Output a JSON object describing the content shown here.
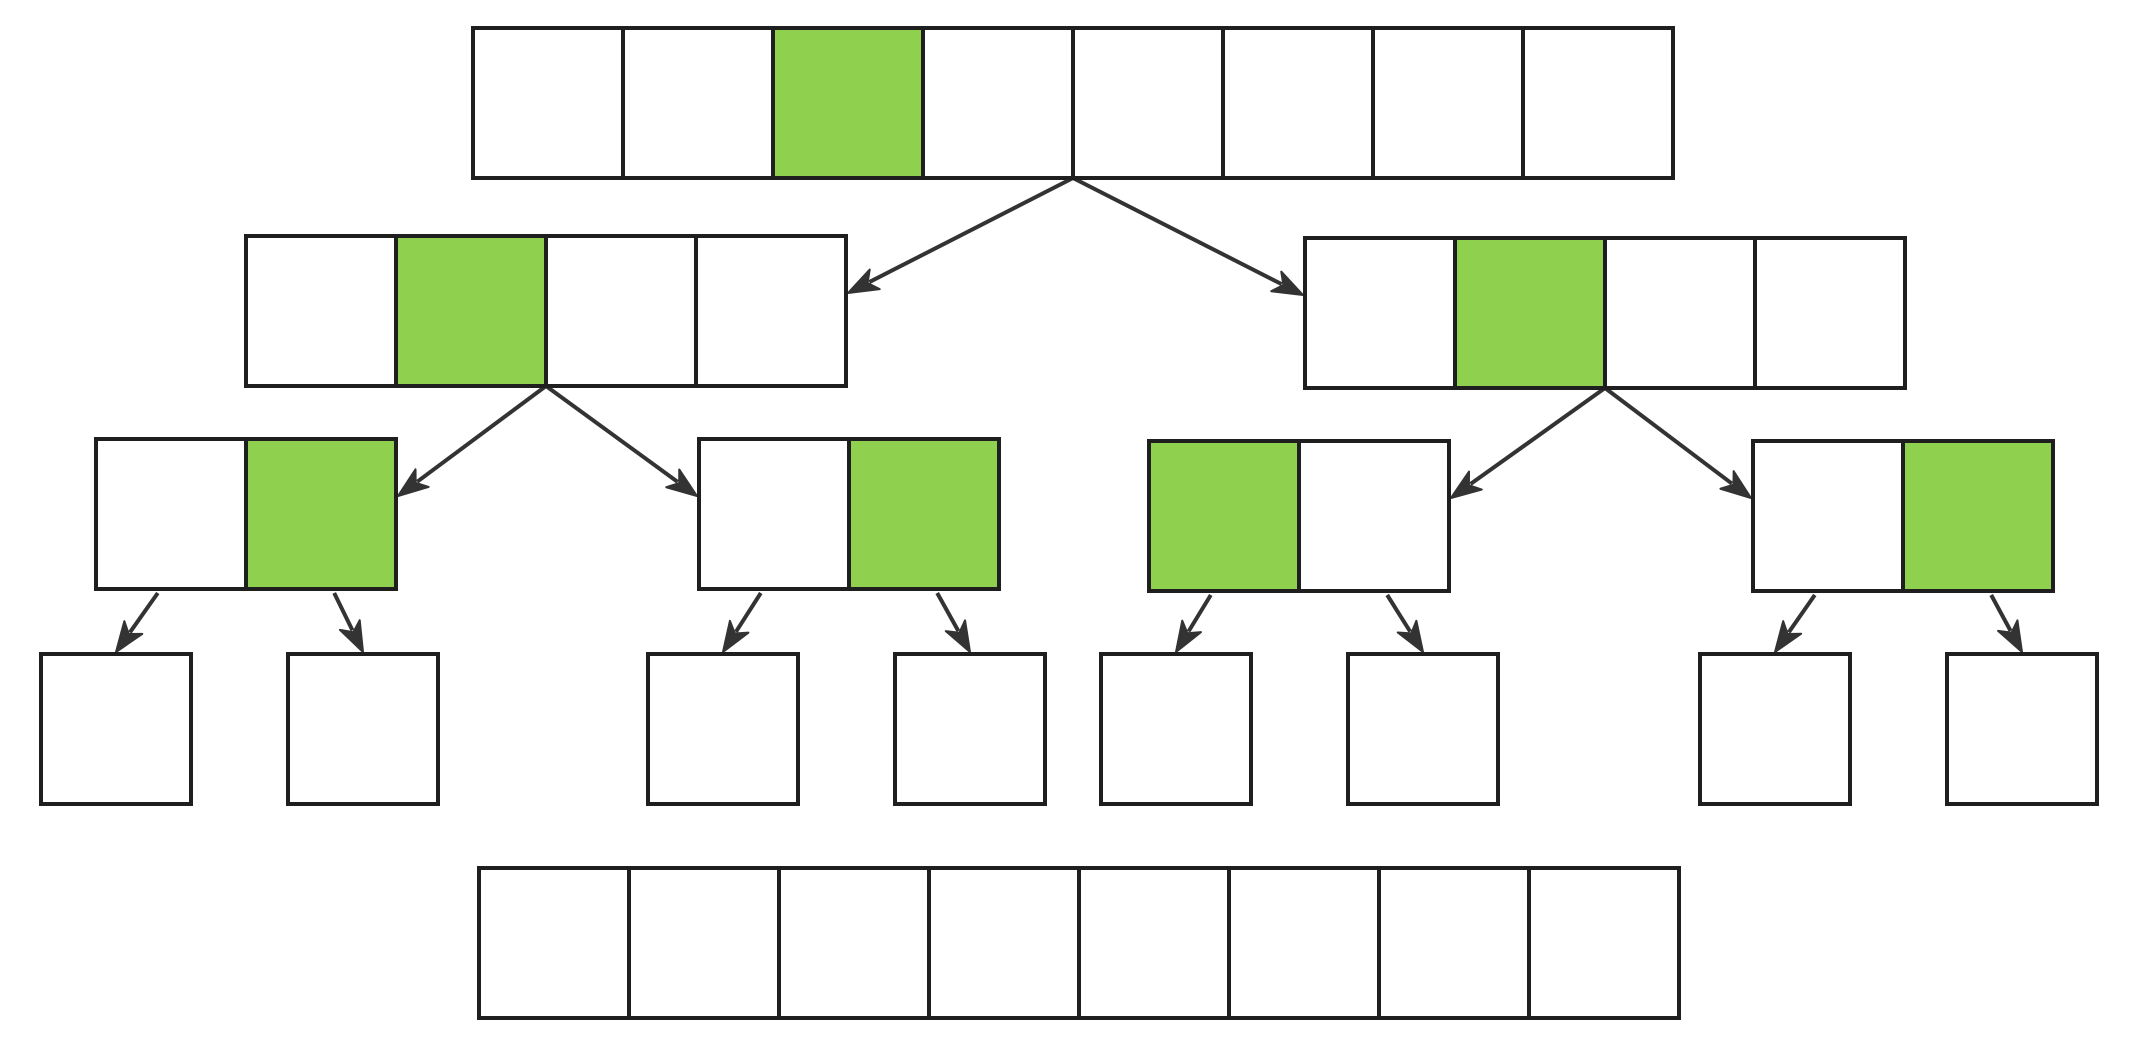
{
  "colors": {
    "background": "#ffffff",
    "cell_stroke": "#1f1f1f",
    "highlight_fill": "#8fd14f",
    "default_fill": "#ffffff",
    "arrow": "#333333"
  },
  "diagram": {
    "kind": "array-split-merge-tree",
    "arrays": [
      {
        "id": "level0-root",
        "level": 0,
        "cells": 8,
        "highlighted_cells": [
          2
        ]
      },
      {
        "id": "level1-left",
        "level": 1,
        "cells": 4,
        "highlighted_cells": [
          1
        ]
      },
      {
        "id": "level1-right",
        "level": 1,
        "cells": 4,
        "highlighted_cells": [
          1
        ]
      },
      {
        "id": "level2-a",
        "level": 2,
        "cells": 2,
        "highlighted_cells": [
          1
        ]
      },
      {
        "id": "level2-b",
        "level": 2,
        "cells": 2,
        "highlighted_cells": [
          1
        ]
      },
      {
        "id": "level2-c",
        "level": 2,
        "cells": 2,
        "highlighted_cells": [
          0
        ]
      },
      {
        "id": "level2-d",
        "level": 2,
        "cells": 2,
        "highlighted_cells": [
          1
        ]
      },
      {
        "id": "level3-1",
        "level": 3,
        "cells": 1,
        "highlighted_cells": []
      },
      {
        "id": "level3-2",
        "level": 3,
        "cells": 1,
        "highlighted_cells": []
      },
      {
        "id": "level3-3",
        "level": 3,
        "cells": 1,
        "highlighted_cells": []
      },
      {
        "id": "level3-4",
        "level": 3,
        "cells": 1,
        "highlighted_cells": []
      },
      {
        "id": "level3-5",
        "level": 3,
        "cells": 1,
        "highlighted_cells": []
      },
      {
        "id": "level3-6",
        "level": 3,
        "cells": 1,
        "highlighted_cells": []
      },
      {
        "id": "level3-7",
        "level": 3,
        "cells": 1,
        "highlighted_cells": []
      },
      {
        "id": "level3-8",
        "level": 3,
        "cells": 1,
        "highlighted_cells": []
      },
      {
        "id": "result",
        "level": 4,
        "cells": 8,
        "highlighted_cells": []
      }
    ],
    "edges": [
      {
        "from": "level0-root",
        "to": "level1-left"
      },
      {
        "from": "level0-root",
        "to": "level1-right"
      },
      {
        "from": "level1-left",
        "to": "level2-a"
      },
      {
        "from": "level1-left",
        "to": "level2-b"
      },
      {
        "from": "level1-right",
        "to": "level2-c"
      },
      {
        "from": "level1-right",
        "to": "level2-d"
      },
      {
        "from": "level2-a",
        "to": "level3-1"
      },
      {
        "from": "level2-a",
        "to": "level3-2"
      },
      {
        "from": "level2-b",
        "to": "level3-3"
      },
      {
        "from": "level2-b",
        "to": "level3-4"
      },
      {
        "from": "level2-c",
        "to": "level3-5"
      },
      {
        "from": "level2-c",
        "to": "level3-6"
      },
      {
        "from": "level2-d",
        "to": "level3-7"
      },
      {
        "from": "level2-d",
        "to": "level3-8"
      }
    ]
  }
}
